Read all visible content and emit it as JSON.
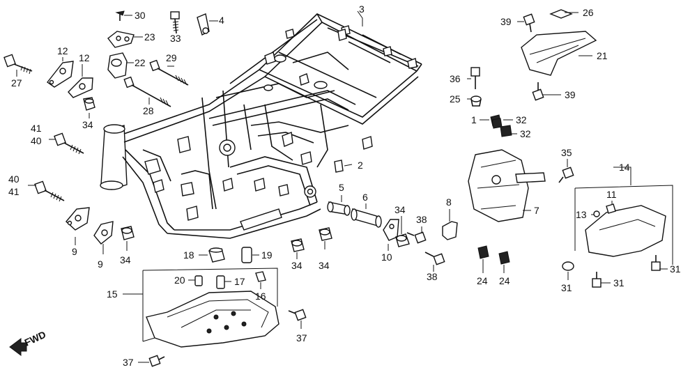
{
  "callouts": [
    {
      "id": "c3",
      "text": "3"
    },
    {
      "id": "c30",
      "text": "30"
    },
    {
      "id": "c4",
      "text": "4"
    },
    {
      "id": "c23",
      "text": "23"
    },
    {
      "id": "c33",
      "text": "33"
    },
    {
      "id": "c22",
      "text": "22"
    },
    {
      "id": "c29",
      "text": "29"
    },
    {
      "id": "c12a",
      "text": "12"
    },
    {
      "id": "c12b",
      "text": "12"
    },
    {
      "id": "c27",
      "text": "27"
    },
    {
      "id": "c28",
      "text": "28"
    },
    {
      "id": "c34a",
      "text": "34"
    },
    {
      "id": "c41a",
      "text": "41"
    },
    {
      "id": "c40a",
      "text": "40"
    },
    {
      "id": "c40b",
      "text": "40"
    },
    {
      "id": "c41b",
      "text": "41"
    },
    {
      "id": "c9a",
      "text": "9"
    },
    {
      "id": "c9b",
      "text": "9"
    },
    {
      "id": "c34b",
      "text": "34"
    },
    {
      "id": "c2",
      "text": "2"
    },
    {
      "id": "c5",
      "text": "5"
    },
    {
      "id": "c6",
      "text": "6"
    },
    {
      "id": "c34c",
      "text": "34"
    },
    {
      "id": "c34d",
      "text": "34"
    },
    {
      "id": "c34e",
      "text": "34"
    },
    {
      "id": "c10",
      "text": "10"
    },
    {
      "id": "c38a",
      "text": "38"
    },
    {
      "id": "c38b",
      "text": "38"
    },
    {
      "id": "c8",
      "text": "8"
    },
    {
      "id": "c18",
      "text": "18"
    },
    {
      "id": "c19",
      "text": "19"
    },
    {
      "id": "c20",
      "text": "20"
    },
    {
      "id": "c17",
      "text": "17"
    },
    {
      "id": "c16",
      "text": "16"
    },
    {
      "id": "c15",
      "text": "15"
    },
    {
      "id": "c37a",
      "text": "37"
    },
    {
      "id": "c37b",
      "text": "37"
    },
    {
      "id": "c39a",
      "text": "39"
    },
    {
      "id": "c26",
      "text": "26"
    },
    {
      "id": "c21",
      "text": "21"
    },
    {
      "id": "c39b",
      "text": "39"
    },
    {
      "id": "c36",
      "text": "36"
    },
    {
      "id": "c25",
      "text": "25"
    },
    {
      "id": "c1",
      "text": "1"
    },
    {
      "id": "c32a",
      "text": "32"
    },
    {
      "id": "c32b",
      "text": "32"
    },
    {
      "id": "c7",
      "text": "7"
    },
    {
      "id": "c24a",
      "text": "24"
    },
    {
      "id": "c24b",
      "text": "24"
    },
    {
      "id": "c35",
      "text": "35"
    },
    {
      "id": "c14",
      "text": "14"
    },
    {
      "id": "c11",
      "text": "11"
    },
    {
      "id": "c13",
      "text": "13"
    },
    {
      "id": "c31a",
      "text": "31"
    },
    {
      "id": "c31b",
      "text": "31"
    },
    {
      "id": "c31c",
      "text": "31"
    }
  ],
  "direction_label": "FWD"
}
